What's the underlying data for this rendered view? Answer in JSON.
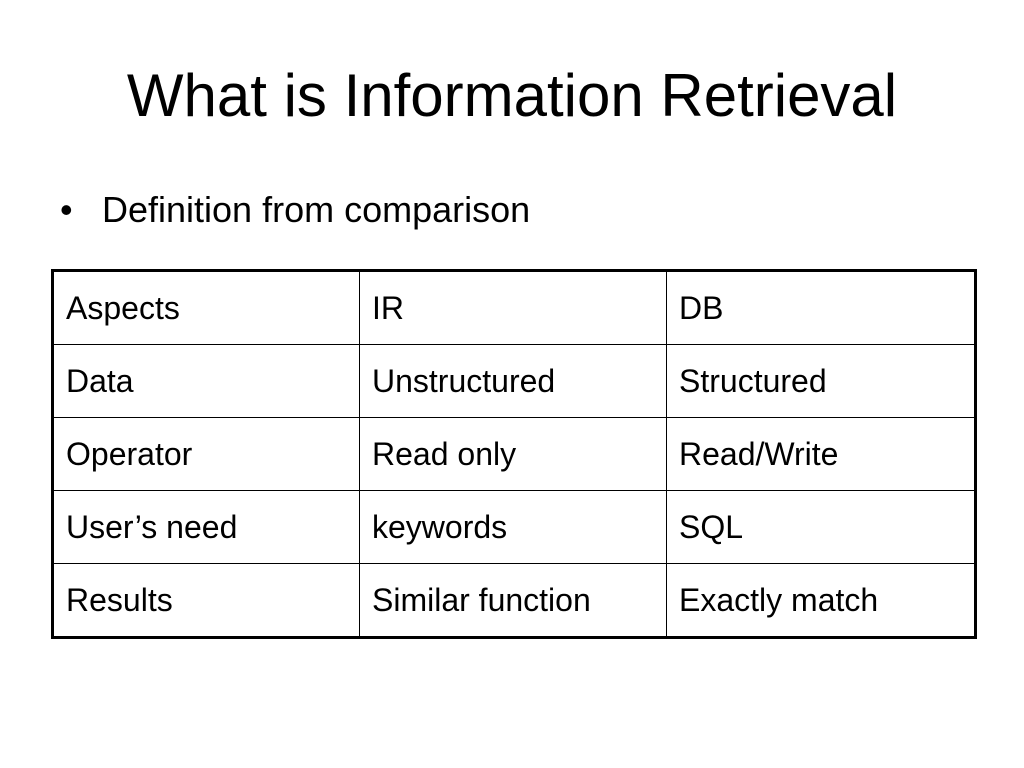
{
  "slide": {
    "title": "What is Information Retrieval",
    "bullet_symbol": "•",
    "bullet_text": "Definition from comparison"
  },
  "table": {
    "rows": [
      [
        "Aspects",
        "IR",
        "DB"
      ],
      [
        "Data",
        "Unstructured",
        "Structured"
      ],
      [
        "Operator",
        "Read only",
        "Read/Write"
      ],
      [
        "User’s need",
        "keywords",
        "SQL"
      ],
      [
        "Results",
        "Similar function",
        "Exactly match"
      ]
    ]
  }
}
